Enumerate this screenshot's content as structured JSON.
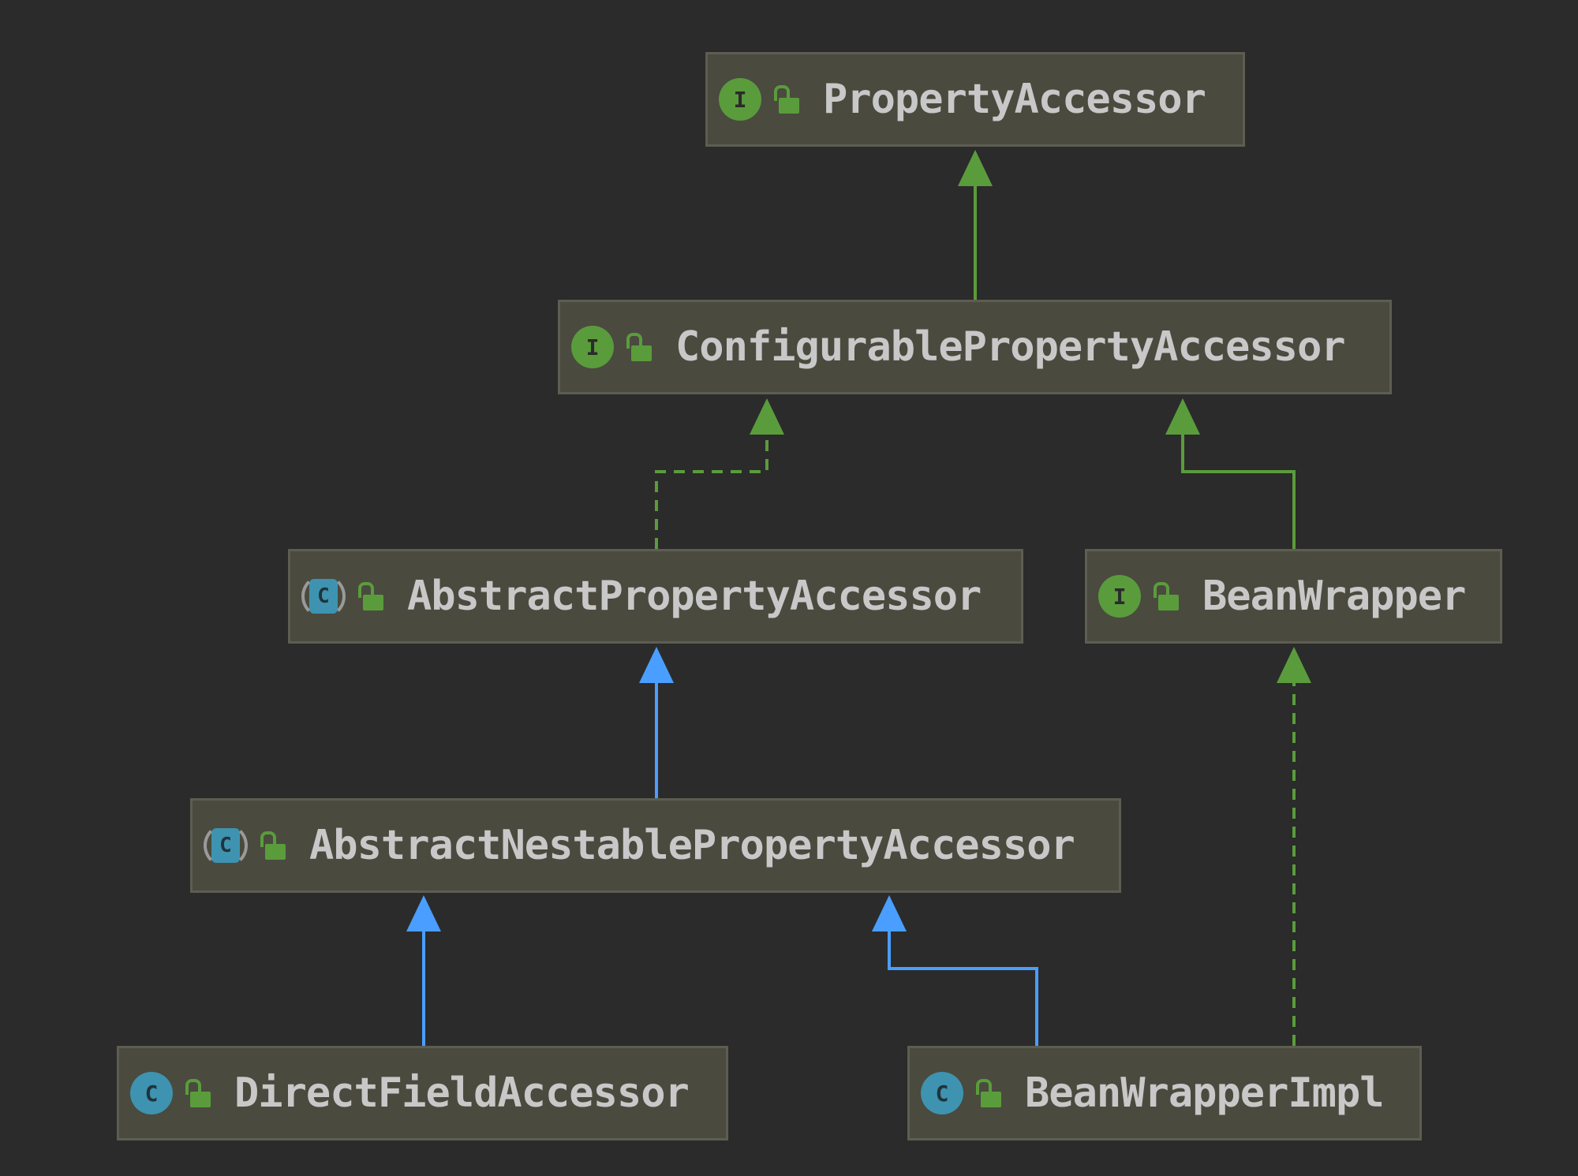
{
  "nodes": {
    "property_accessor": {
      "name": "PropertyAccessor",
      "kind": "interface",
      "kind_letter": "I",
      "visibility": "public"
    },
    "configurable_property_accessor": {
      "name": "ConfigurablePropertyAccessor",
      "kind": "interface",
      "kind_letter": "I",
      "visibility": "public"
    },
    "abstract_property_accessor": {
      "name": "AbstractPropertyAccessor",
      "kind": "abstract-class",
      "kind_letter": "C",
      "visibility": "public"
    },
    "bean_wrapper": {
      "name": "BeanWrapper",
      "kind": "interface",
      "kind_letter": "I",
      "visibility": "public"
    },
    "abstract_nestable_property_accessor": {
      "name": "AbstractNestablePropertyAccessor",
      "kind": "abstract-class",
      "kind_letter": "C",
      "visibility": "public"
    },
    "direct_field_accessor": {
      "name": "DirectFieldAccessor",
      "kind": "class",
      "kind_letter": "C",
      "visibility": "public"
    },
    "bean_wrapper_impl": {
      "name": "BeanWrapperImpl",
      "kind": "class",
      "kind_letter": "C",
      "visibility": "public"
    }
  },
  "edges": [
    {
      "from": "configurable_property_accessor",
      "to": "property_accessor",
      "relation": "extends-interface",
      "style": "solid",
      "color": "#5a9c3c"
    },
    {
      "from": "abstract_property_accessor",
      "to": "configurable_property_accessor",
      "relation": "implements",
      "style": "dashed",
      "color": "#5a9c3c"
    },
    {
      "from": "bean_wrapper",
      "to": "configurable_property_accessor",
      "relation": "extends-interface",
      "style": "solid",
      "color": "#5a9c3c"
    },
    {
      "from": "abstract_nestable_property_accessor",
      "to": "abstract_property_accessor",
      "relation": "extends",
      "style": "solid",
      "color": "#4a9eff"
    },
    {
      "from": "direct_field_accessor",
      "to": "abstract_nestable_property_accessor",
      "relation": "extends",
      "style": "solid",
      "color": "#4a9eff"
    },
    {
      "from": "bean_wrapper_impl",
      "to": "abstract_nestable_property_accessor",
      "relation": "extends",
      "style": "solid",
      "color": "#4a9eff"
    },
    {
      "from": "bean_wrapper_impl",
      "to": "bean_wrapper",
      "relation": "implements",
      "style": "dashed",
      "color": "#5a9c3c"
    }
  ],
  "colors": {
    "background": "#2b2b2b",
    "node_fill": "#4a4a3f",
    "interface_icon": "#5a9c3c",
    "class_icon": "#3e93b0",
    "inheritance_edge": "#4a9eff",
    "interface_edge": "#5a9c3c"
  },
  "icons": {
    "interface": "interface-icon",
    "class": "class-icon",
    "abstract_class": "abstract-class-icon",
    "visibility": "public-lock-icon"
  }
}
